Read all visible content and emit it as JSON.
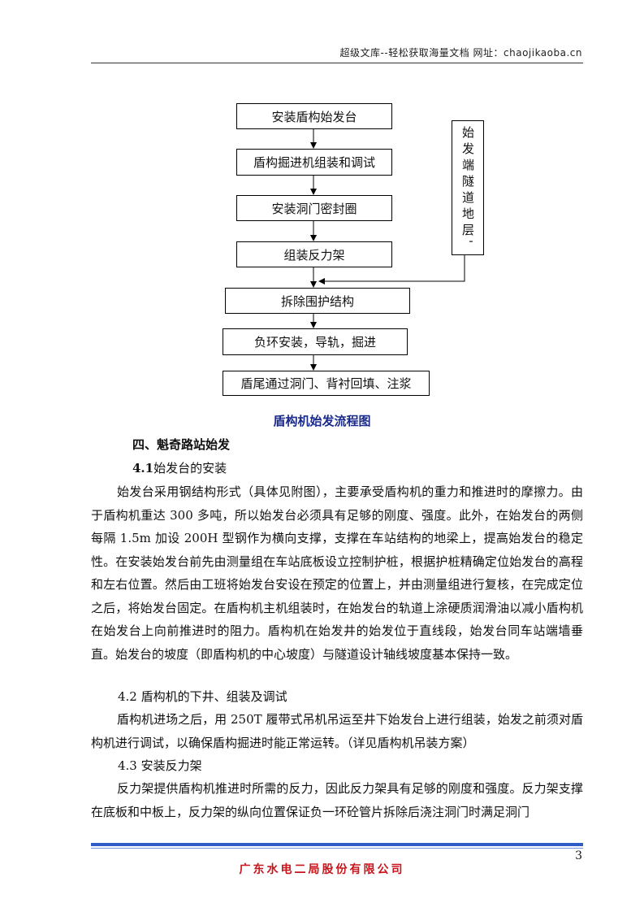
{
  "header": {
    "site_text": "超级文库--轻松获取海量文档    网址：chaojikaoba.cn"
  },
  "flowchart": {
    "steps": [
      "安装盾构始发台",
      "盾构掘进机组装和调试",
      "安装洞门密封圈",
      "组装反力架",
      "拆除围护结构",
      "负环安装，导轨，掘进",
      "盾尾通过洞门、背衬回填、注浆"
    ],
    "side_box": "始发端隧道地层'"
  },
  "caption": "盾构机始发流程图",
  "section": {
    "heading": "四、魁奇路站始发",
    "sub1": {
      "num": "4.1",
      "title": "始发台的安装"
    },
    "para1": "始发台采用钢结构形式（具体见附图），主要承受盾构机的重力和推进时的摩擦力。由于盾构机重达 300 多吨，所以始发台必须具有足够的刚度、强度。此外，在始发台的两侧每隔 1.5m 加设 200H 型钢作为横向支撑，支撑在车站结构的地梁上，提高始发台的稳定性。在安装始发台前先由测量组在车站底板设立控制护桩，根据护桩精确定位始发台的高程和左右位置。然后由工班将始发台安设在预定的位置上，并由测量组进行复核，在完成定位之后，将始发台固定。在盾构机主机组装时，在始发台的轨道上涂硬质润滑油以减小盾构机在始发台上向前推进时的阻力。盾构机在始发井的始发位于直线段，始发台同车站端墙垂直。始发台的坡度（即盾构机的中心坡度）与隧道设计轴线坡度基本保持一致。",
    "sub2": {
      "title": "4.2 盾构机的下井、组装及调试"
    },
    "para2": "盾构机进场之后，用 250T 履带式吊机吊运至井下始发台上进行组装，始发之前须对盾构机进行调试，以确保盾构掘进时能正常运转。（详见盾构机吊装方案）",
    "sub3": {
      "title": "4.3 安装反力架"
    },
    "para3": "反力架提供盾构机推进时所需的反力，因此反力架具有足够的刚度和强度。反力架支撑在底板和中板上，反力架的纵向位置保证负一环砼管片拆除后浇注洞门时满足洞门"
  },
  "footer": {
    "page_number": "3",
    "company": "广东水电二局股份有限公司"
  }
}
